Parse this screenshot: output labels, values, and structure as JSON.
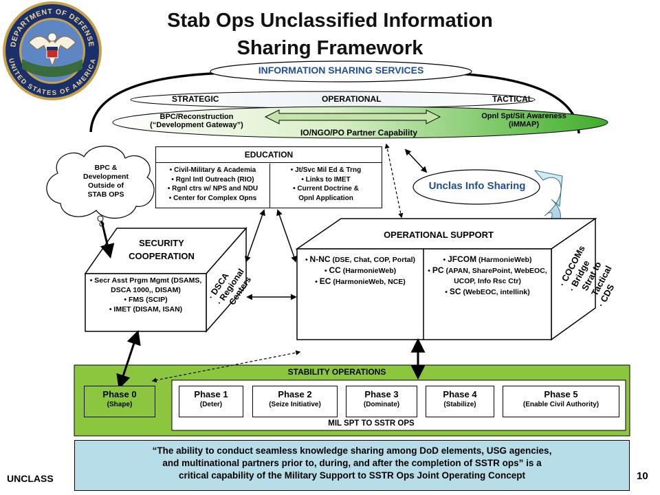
{
  "title": {
    "line1": "Stab Ops Unclassified Information",
    "line2": "Sharing Framework"
  },
  "seal": {
    "ring_top": "DEPARTMENT OF DEFENSE",
    "ring_bottom": "UNITED STATES OF AMERICA"
  },
  "info_services": "INFORMATION SHARING SERVICES",
  "levels": {
    "strategic": "STRATEGIC",
    "operational": "OPERATIONAL",
    "tactical": "TACTICAL"
  },
  "capability_band": {
    "left_line1": "BPC/Reconstruction",
    "left_line2": "(“Development Gateway”)",
    "right_line1": "Opnl Spt/Sit Awareness",
    "right_line2": "(iMMAP)",
    "center": "IO/NGO/PO Partner Capability"
  },
  "cloud": {
    "line1": "BPC &",
    "line2": "Development",
    "line3": "Outside of",
    "line4": "STAB OPS"
  },
  "education": {
    "header": "EDUCATION",
    "left": [
      "Civil-Military & Academia",
      "Rgnl Intl Outreach (RIO)",
      "Rgnl ctrs w/ NPS and NDU",
      "Center for Complex Opns"
    ],
    "right": [
      "Jt/Svc Mil Ed & Trng",
      "Links to IMET",
      "Current Doctrine &",
      "Opnl Application"
    ]
  },
  "unclas_info_sharing": "Unclas Info Sharing",
  "security_cooperation": {
    "title_line1": "SECURITY",
    "title_line2": "COOPERATION",
    "items": [
      "Secr Asst Prgm Mgmt (DSAMS, DSCA 1000,, DISAM)",
      "FMS (SCIP)",
      "IMET (DISAM, ISAN)"
    ],
    "side": [
      "· DSCA",
      "· Regional",
      "Centers"
    ]
  },
  "operational_support": {
    "title": "OPERATIONAL  SUPPORT",
    "left": [
      {
        "key": "N-NC",
        "rest": " (DSE, Chat, COP, Portal)"
      },
      {
        "key": "CC",
        "rest": " (HarmonieWeb)"
      },
      {
        "key": "EC",
        "rest": " (HarmonieWeb, NCE)"
      }
    ],
    "right": [
      {
        "key": "JFCOM",
        "rest": " (HarmonieWeb)"
      },
      {
        "key": "PC",
        "rest": " (APAN, SharePoint, WebEOC, UCOP, Info Rsc Ctr)"
      },
      {
        "key": "SC",
        "rest": " (WebEOC, intellink)"
      }
    ],
    "side": [
      "· COCOMs",
      "· Bridge",
      "Strat to",
      "Tactical",
      "· CDS"
    ]
  },
  "stability_ops": {
    "header": "STABILITY OPERATIONS",
    "mil_spt": "MIL SPT TO SSTR OPS",
    "phases": [
      {
        "name": "Phase 0",
        "sub": "(Shape)"
      },
      {
        "name": "Phase 1",
        "sub": "(Deter)"
      },
      {
        "name": "Phase 2",
        "sub": "(Seize Initiative)"
      },
      {
        "name": "Phase 3",
        "sub": "(Dominate)"
      },
      {
        "name": "Phase 4",
        "sub": "(Stabilize)"
      },
      {
        "name": "Phase 5",
        "sub": "(Enable Civil Authority)"
      }
    ]
  },
  "quote": {
    "line1": "“The ability to conduct seamless knowledge sharing among DoD elements, USG agencies,",
    "line2": "and multinational partners prior to, during, and after the completion of SSTR ops” is a",
    "line3": "critical capability of the Military Support to SSTR Ops Joint Operating Concept"
  },
  "footer": {
    "classification": "UNCLASS",
    "page": "10"
  },
  "colors": {
    "green": "#8cc63f",
    "quote_bg": "#b7dde8",
    "text_blue": "#1f4e9a",
    "phase0": "#8cc63f"
  }
}
